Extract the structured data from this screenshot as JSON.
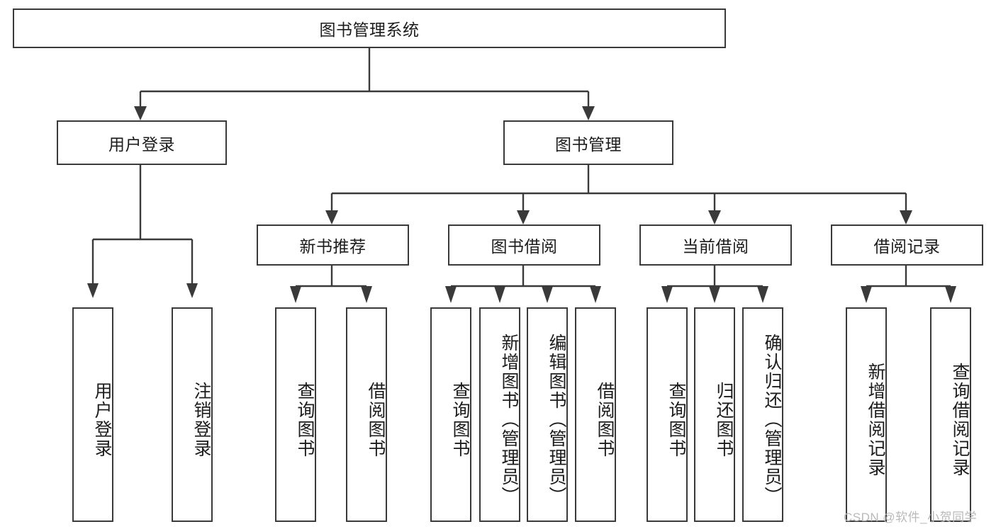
{
  "diagram": {
    "type": "hierarchy-tree",
    "title": "图书管理系统",
    "orientation": "top-down",
    "root": {
      "id": "root",
      "label": "图书管理系统",
      "text_direction": "horizontal"
    },
    "level1": [
      {
        "id": "user-login",
        "label": "用户登录",
        "text_direction": "horizontal"
      },
      {
        "id": "book-manage",
        "label": "图书管理",
        "text_direction": "horizontal"
      }
    ],
    "level2": [
      {
        "id": "new-book-rec",
        "label": "新书推荐",
        "parent": "book-manage",
        "text_direction": "horizontal"
      },
      {
        "id": "book-borrow",
        "label": "图书借阅",
        "parent": "book-manage",
        "text_direction": "horizontal"
      },
      {
        "id": "current-borrow",
        "label": "当前借阅",
        "parent": "book-manage",
        "text_direction": "horizontal"
      },
      {
        "id": "borrow-record",
        "label": "借阅记录",
        "parent": "book-manage",
        "text_direction": "horizontal"
      }
    ],
    "leaves": [
      {
        "id": "leaf-user-login",
        "label": "用户登录",
        "parent": "user-login",
        "text_direction": "vertical"
      },
      {
        "id": "leaf-logout",
        "label": "注销登录",
        "parent": "user-login",
        "text_direction": "vertical"
      },
      {
        "id": "leaf-query-book-1",
        "label": "查询图书",
        "parent": "new-book-rec",
        "text_direction": "vertical"
      },
      {
        "id": "leaf-borrow-book-1",
        "label": "借阅图书",
        "parent": "new-book-rec",
        "text_direction": "vertical"
      },
      {
        "id": "leaf-query-book-2",
        "label": "查询图书",
        "parent": "book-borrow",
        "text_direction": "vertical"
      },
      {
        "id": "leaf-add-book",
        "label": "新增图书（管理员）",
        "parent": "book-borrow",
        "text_direction": "vertical"
      },
      {
        "id": "leaf-edit-book",
        "label": "编辑图书（管理员）",
        "parent": "book-borrow",
        "text_direction": "vertical"
      },
      {
        "id": "leaf-borrow-book-2",
        "label": "借阅图书",
        "parent": "book-borrow",
        "text_direction": "vertical"
      },
      {
        "id": "leaf-query-book-3",
        "label": "查询图书",
        "parent": "current-borrow",
        "text_direction": "vertical"
      },
      {
        "id": "leaf-return-book",
        "label": "归还图书",
        "parent": "current-borrow",
        "text_direction": "vertical"
      },
      {
        "id": "leaf-confirm-return",
        "label": "确认归还（管理员）",
        "parent": "current-borrow",
        "text_direction": "vertical"
      },
      {
        "id": "leaf-add-record",
        "label": "新增借阅记录",
        "parent": "borrow-record",
        "text_direction": "vertical"
      },
      {
        "id": "leaf-query-record",
        "label": "查询借阅记录",
        "parent": "borrow-record",
        "text_direction": "vertical"
      }
    ],
    "watermark": "CSDN @软件_小贺同学",
    "colors": {
      "stroke": "#3a3a3a",
      "fill": "#ffffff",
      "text": "#1c1c1c",
      "watermark": "#b9b9b9"
    }
  }
}
